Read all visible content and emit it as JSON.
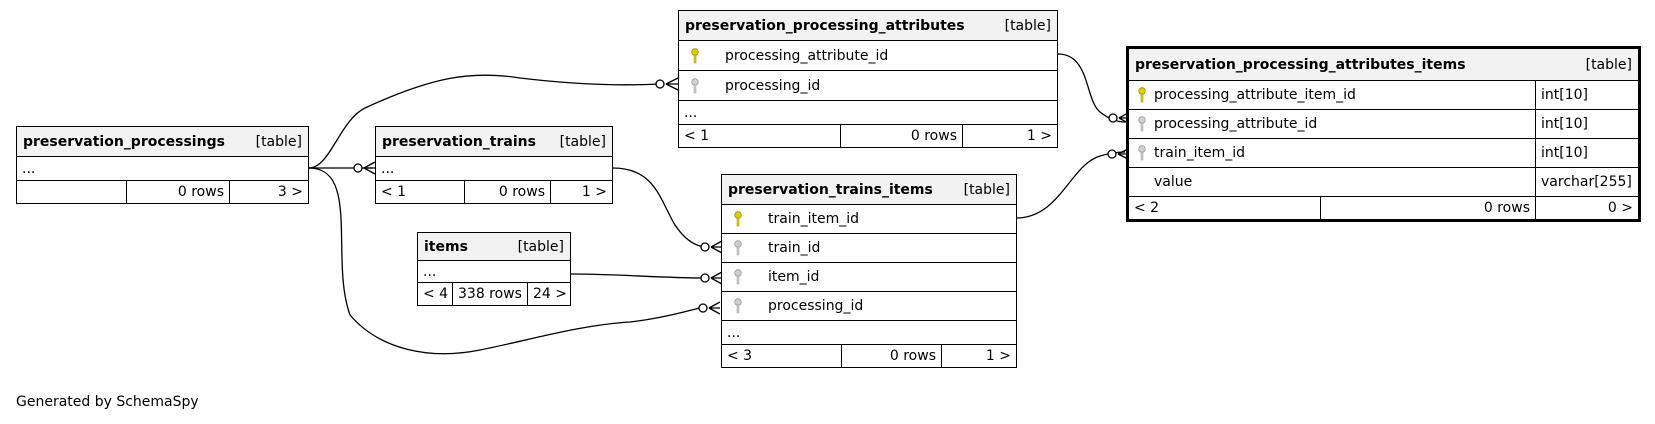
{
  "footer": "Generated by SchemaSpy",
  "colors": {
    "primary_key": "#e0d000",
    "foreign_key": "#b8b8b8"
  },
  "tables": {
    "preservation_processings": {
      "name": "preservation_processings",
      "type": "[table]",
      "ellipsis": "...",
      "footer": [
        "",
        "0 rows",
        "3 >"
      ]
    },
    "preservation_trains": {
      "name": "preservation_trains",
      "type": "[table]",
      "ellipsis": "...",
      "footer": [
        "< 1",
        "0 rows",
        "1 >"
      ]
    },
    "items": {
      "name": "items",
      "type": "[table]",
      "ellipsis": "...",
      "footer": [
        "< 4",
        "338 rows",
        "24 >"
      ]
    },
    "preservation_processing_attributes": {
      "name": "preservation_processing_attributes",
      "type": "[table]",
      "columns": [
        {
          "name": "processing_attribute_id",
          "key": "primary-key-icon"
        },
        {
          "name": "processing_id",
          "key": "foreign-key-icon"
        }
      ],
      "ellipsis": "...",
      "footer": [
        "< 1",
        "0 rows",
        "1 >"
      ]
    },
    "preservation_trains_items": {
      "name": "preservation_trains_items",
      "type": "[table]",
      "columns": [
        {
          "name": "train_item_id",
          "key": "primary-key-icon"
        },
        {
          "name": "train_id",
          "key": "foreign-key-icon"
        },
        {
          "name": "item_id",
          "key": "foreign-key-icon"
        },
        {
          "name": "processing_id",
          "key": "foreign-key-icon"
        }
      ],
      "ellipsis": "...",
      "footer": [
        "< 3",
        "0 rows",
        "1 >"
      ]
    },
    "preservation_processing_attributes_items": {
      "name": "preservation_processing_attributes_items",
      "type": "[table]",
      "columns": [
        {
          "name": "processing_attribute_item_id",
          "dtype": "int[10]",
          "key": "primary-key-icon"
        },
        {
          "name": "processing_attribute_id",
          "dtype": "int[10]",
          "key": "foreign-key-icon"
        },
        {
          "name": "train_item_id",
          "dtype": "int[10]",
          "key": "foreign-key-icon"
        },
        {
          "name": "value",
          "dtype": "varchar[255]",
          "key": ""
        }
      ],
      "footer": [
        "< 2",
        "0 rows",
        "0 >"
      ]
    }
  },
  "relationships": [
    {
      "from": "preservation_processings",
      "to": "preservation_processing_attributes.processing_id"
    },
    {
      "from": "preservation_processings",
      "to": "preservation_trains"
    },
    {
      "from": "preservation_processings",
      "to": "preservation_trains_items.processing_id"
    },
    {
      "from": "preservation_trains",
      "to": "preservation_trains_items.train_id"
    },
    {
      "from": "items",
      "to": "preservation_trains_items.item_id"
    },
    {
      "from": "preservation_processing_attributes.processing_attribute_id",
      "to": "preservation_processing_attributes_items.processing_attribute_id"
    },
    {
      "from": "preservation_trains_items.train_item_id",
      "to": "preservation_processing_attributes_items.train_item_id"
    }
  ]
}
